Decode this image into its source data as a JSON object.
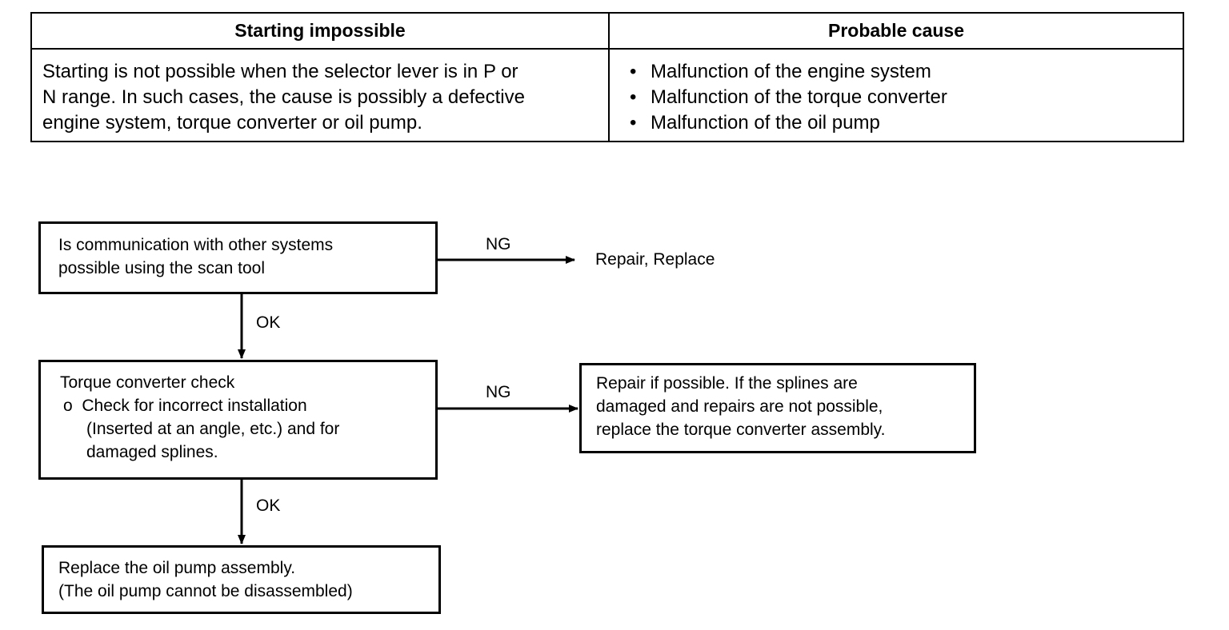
{
  "table": {
    "headers": [
      "Starting impossible",
      "Probable cause"
    ],
    "description_lines": [
      "Starting is not possible when the selector lever is in P or",
      "N range. In such cases, the cause is possibly a defective",
      "engine system, torque converter or oil pump."
    ],
    "bullet_char": "•",
    "causes": [
      "Malfunction of the engine system",
      "Malfunction of the torque converter",
      "Malfunction of the oil pump"
    ]
  },
  "flowchart": {
    "step1": {
      "lines": [
        "Is communication with other systems",
        "possible using the scan tool"
      ]
    },
    "step1_ng_label": "NG",
    "step1_ng_result": "Repair, Replace",
    "step1_ok_label": "OK",
    "step2": {
      "title": "Torque converter check",
      "item_marker": "o",
      "item_lines": [
        "Check for incorrect installation",
        "(Inserted at an angle, etc.) and for",
        "damaged splines."
      ]
    },
    "step2_ng_label": "NG",
    "step2_ng_result": {
      "lines": [
        "Repair if possible. If the splines are",
        "damaged and repairs are not possible,",
        "replace the torque converter assembly."
      ]
    },
    "step2_ok_label": "OK",
    "step3": {
      "lines": [
        "Replace the oil pump assembly.",
        "(The oil pump cannot be disassembled)"
      ]
    }
  }
}
